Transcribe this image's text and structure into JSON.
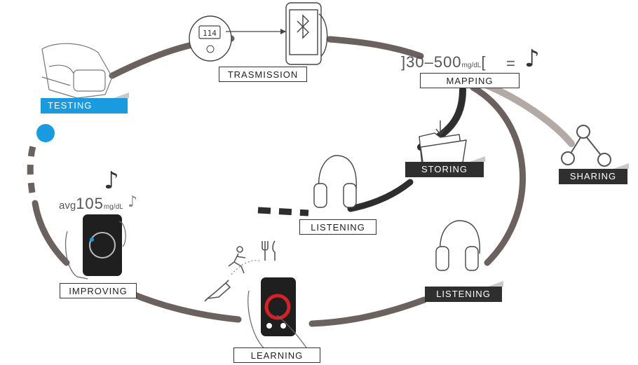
{
  "stages": {
    "testing": "TESTING",
    "trasmission": "TRASMISSION",
    "mapping": "MAPPING",
    "storing": "STORING",
    "sharing": "SHARING",
    "listening_inner": "LISTENING",
    "listening_outer": "LISTENING",
    "learning": "LEARNING",
    "improving": "IMPROVING"
  },
  "annotations": {
    "range_open": "]",
    "range_value": "30–500",
    "range_unit": "mg/dL",
    "range_close": "[",
    "equals": "=",
    "avg_prefix": "avg",
    "avg_value": "105",
    "avg_unit": "mg/dL"
  },
  "device": {
    "meter_reading": "114"
  },
  "icons": {
    "music_note": "♪",
    "double_note": "♫"
  },
  "colors": {
    "path_dark": "#2e2e2e",
    "path_mid": "#6b625f",
    "path_light": "#b3a9a5",
    "accent_blue": "#1a9be0"
  }
}
